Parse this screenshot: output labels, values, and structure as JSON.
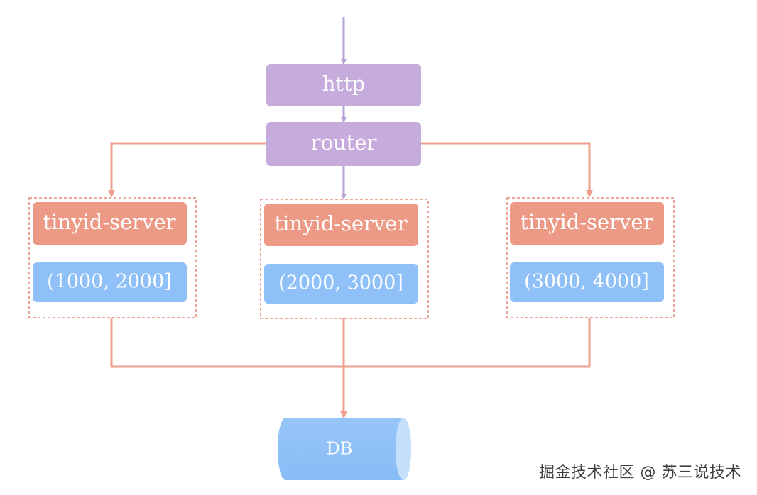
{
  "nodes": {
    "http": "http",
    "router": "router",
    "db": "DB"
  },
  "servers": [
    {
      "label": "tinyid-server",
      "range": "(1000, 2000]"
    },
    {
      "label": "tinyid-server",
      "range": "(2000, 3000]"
    },
    {
      "label": "tinyid-server",
      "range": "(3000, 4000]"
    }
  ],
  "colors": {
    "purple_box": "#C5ACDC",
    "purple_line": "#B7A2D8",
    "salmon_box": "#EC9A86",
    "salmon_line": "#EDA08E",
    "blue_box": "#8FC0F7",
    "dash_border": "#E58A78"
  },
  "watermark": "掘金技术社区 @ 苏三说技术"
}
